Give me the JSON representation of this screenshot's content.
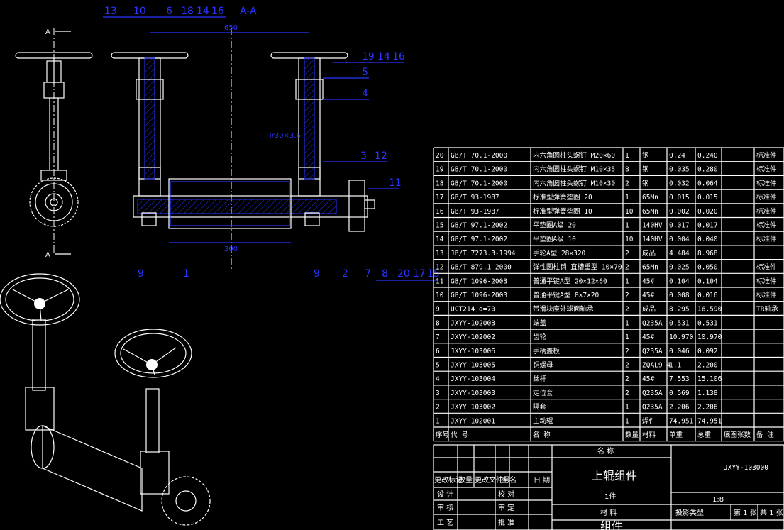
{
  "section_label": "A-A",
  "section_marks": [
    "A",
    "A"
  ],
  "dims": {
    "span": "650",
    "roller": "300",
    "thread": "Tr30×3.6"
  },
  "callouts": {
    "top_left": [
      "13",
      "10",
      "6",
      "18",
      "14",
      "16"
    ],
    "top_right": [
      "19",
      "14",
      "16"
    ],
    "right_side": [
      "5",
      "4",
      "3",
      "12",
      "11"
    ],
    "bottom": [
      "9",
      "1",
      "9",
      "2",
      "7",
      "8",
      "20",
      "17",
      "15"
    ]
  },
  "bom": {
    "rows": [
      {
        "no": "20",
        "code": "GB/T 70.1-2000",
        "name": "内六角圆柱头螺钉 M20×60",
        "qty": "1",
        "mat": "钢",
        "unit": "0.24",
        "total": "0.240",
        "note": "标准件"
      },
      {
        "no": "19",
        "code": "GB/T 70.1-2000",
        "name": "内六角圆柱头螺钉 M10×35",
        "qty": "8",
        "mat": "钢",
        "unit": "0.035",
        "total": "0.280",
        "note": "标准件"
      },
      {
        "no": "18",
        "code": "GB/T 70.1-2000",
        "name": "内六角圆柱头螺钉 M10×30",
        "qty": "2",
        "mat": "钢",
        "unit": "0.032",
        "total": "0.064",
        "note": "标准件"
      },
      {
        "no": "17",
        "code": "GB/T 93-1987",
        "name": "标准型弹簧垫圈 20",
        "qty": "1",
        "mat": "65Mn",
        "unit": "0.015",
        "total": "0.015",
        "note": "标准件"
      },
      {
        "no": "16",
        "code": "GB/T 93-1987",
        "name": "标准型弹簧垫圈 10",
        "qty": "10",
        "mat": "65Mn",
        "unit": "0.002",
        "total": "0.020",
        "note": "标准件"
      },
      {
        "no": "15",
        "code": "GB/T 97.1-2002",
        "name": "平垫圈A级 20",
        "qty": "1",
        "mat": "140HV",
        "unit": "0.017",
        "total": "0.017",
        "note": "标准件"
      },
      {
        "no": "14",
        "code": "GB/T 97.1-2002",
        "name": "平垫圈A级 10",
        "qty": "10",
        "mat": "140HV",
        "unit": "0.004",
        "total": "0.040",
        "note": "标准件"
      },
      {
        "no": "13",
        "code": "JB/T 7273.3-1994",
        "name": "手轮A型 28×320",
        "qty": "2",
        "mat": "成品",
        "unit": "4.484",
        "total": "8.968",
        "note": ""
      },
      {
        "no": "12",
        "code": "GB/T 879.1-2000",
        "name": "弹性圆柱销 直槽重型 10×70",
        "qty": "2",
        "mat": "65Mn",
        "unit": "0.025",
        "total": "0.050",
        "note": "标准件"
      },
      {
        "no": "11",
        "code": "GB/T 1096-2003",
        "name": "普通平键A型 20×12×60",
        "qty": "1",
        "mat": "45#",
        "unit": "0.104",
        "total": "0.104",
        "note": "标准件"
      },
      {
        "no": "10",
        "code": "GB/T 1096-2003",
        "name": "普通平键A型 8×7×20",
        "qty": "2",
        "mat": "45#",
        "unit": "0.008",
        "total": "0.016",
        "note": "标准件"
      },
      {
        "no": "9",
        "code": "UCT214 d=70",
        "name": "带滑块座外球面轴承",
        "qty": "2",
        "mat": "成品",
        "unit": "8.295",
        "total": "16.590",
        "note": "TR轴承"
      },
      {
        "no": "8",
        "code": "JXYY-102003",
        "name": "端盖",
        "qty": "1",
        "mat": "Q235A",
        "unit": "0.531",
        "total": "0.531",
        "note": ""
      },
      {
        "no": "7",
        "code": "JXYY-102002",
        "name": "齿轮",
        "qty": "1",
        "mat": "45#",
        "unit": "10.970",
        "total": "10.970",
        "note": ""
      },
      {
        "no": "6",
        "code": "JXYY-103006",
        "name": "手柄盖板",
        "qty": "2",
        "mat": "Q235A",
        "unit": "0.046",
        "total": "0.092",
        "note": ""
      },
      {
        "no": "5",
        "code": "JXYY-103005",
        "name": "铜螺母",
        "qty": "2",
        "mat": "ZQAL9-4",
        "unit": "1.1",
        "total": "2.200",
        "note": ""
      },
      {
        "no": "4",
        "code": "JXYY-103004",
        "name": "丝杆",
        "qty": "2",
        "mat": "45#",
        "unit": "7.553",
        "total": "15.106",
        "note": ""
      },
      {
        "no": "3",
        "code": "JXYY-103003",
        "name": "定位套",
        "qty": "2",
        "mat": "Q235A",
        "unit": "0.569",
        "total": "1.138",
        "note": ""
      },
      {
        "no": "2",
        "code": "JXYY-103002",
        "name": "隔套",
        "qty": "1",
        "mat": "Q235A",
        "unit": "2.206",
        "total": "2.206",
        "note": ""
      },
      {
        "no": "1",
        "code": "JXYY-102001",
        "name": "主动辊",
        "qty": "1",
        "mat": "焊件",
        "unit": "74.951",
        "total": "74.951",
        "note": ""
      }
    ],
    "header": {
      "no": "序号",
      "code": "代 号",
      "name": "名 称",
      "qty": "数量",
      "mat": "材料",
      "unit": "单重",
      "total": "总重",
      "ref": "底图张数",
      "note": "备 注"
    }
  },
  "title_block": {
    "name_header": "名 称",
    "title": "上辊组件",
    "count": "1件",
    "drawing_no": "JXYY-103000",
    "scale": "1:8",
    "material_label": "材 料",
    "proj_label": "投影类型",
    "sheet": "第 1 张",
    "total_sheets": "共 1 张",
    "bottom_title": "组件",
    "rev_headers": [
      "更改标记",
      "数量",
      "更改文件号",
      "签 名",
      "日 期"
    ],
    "sign_rows": [
      {
        "left": "设 计",
        "right": "校 对"
      },
      {
        "left": "审 核",
        "right": "审 定"
      },
      {
        "left": "工 艺",
        "right": "批 准"
      }
    ]
  }
}
